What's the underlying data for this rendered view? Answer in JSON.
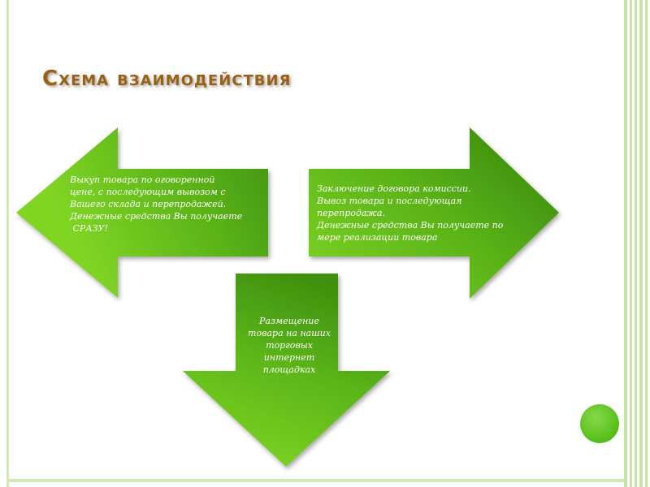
{
  "slide": {
    "title": "Схема взаимодействия"
  },
  "arrows": {
    "left": {
      "direction": "left",
      "lines": [
        "Выкуп товара по оговоренной",
        "цене, с последующим вывозом  с",
        "Вашего склада  и перепродажей.",
        "Денежные средства Вы получаете",
        " СРАЗУ!"
      ]
    },
    "right": {
      "direction": "right",
      "lines": [
        "Заключение договора комиссии.",
        "Вывоз товара  и последующая",
        "перепродажа.",
        "Денежные средства Вы получаете по",
        "мере реализации товара"
      ]
    },
    "down": {
      "direction": "down",
      "lines": [
        "Размещение",
        "товара на наших",
        "торговых",
        "интернет",
        "площадках"
      ]
    }
  },
  "colors": {
    "title": "#9a6016",
    "arrow_light": "#7ed321",
    "arrow_dark": "#3e8f0e",
    "frame": "#cfe8b4",
    "circle": "#5cc21f"
  },
  "icons": {
    "left_arrow": "arrow-left-shape",
    "right_arrow": "arrow-right-shape",
    "down_arrow": "arrow-down-shape",
    "decorative_circle": "circle-shape"
  }
}
